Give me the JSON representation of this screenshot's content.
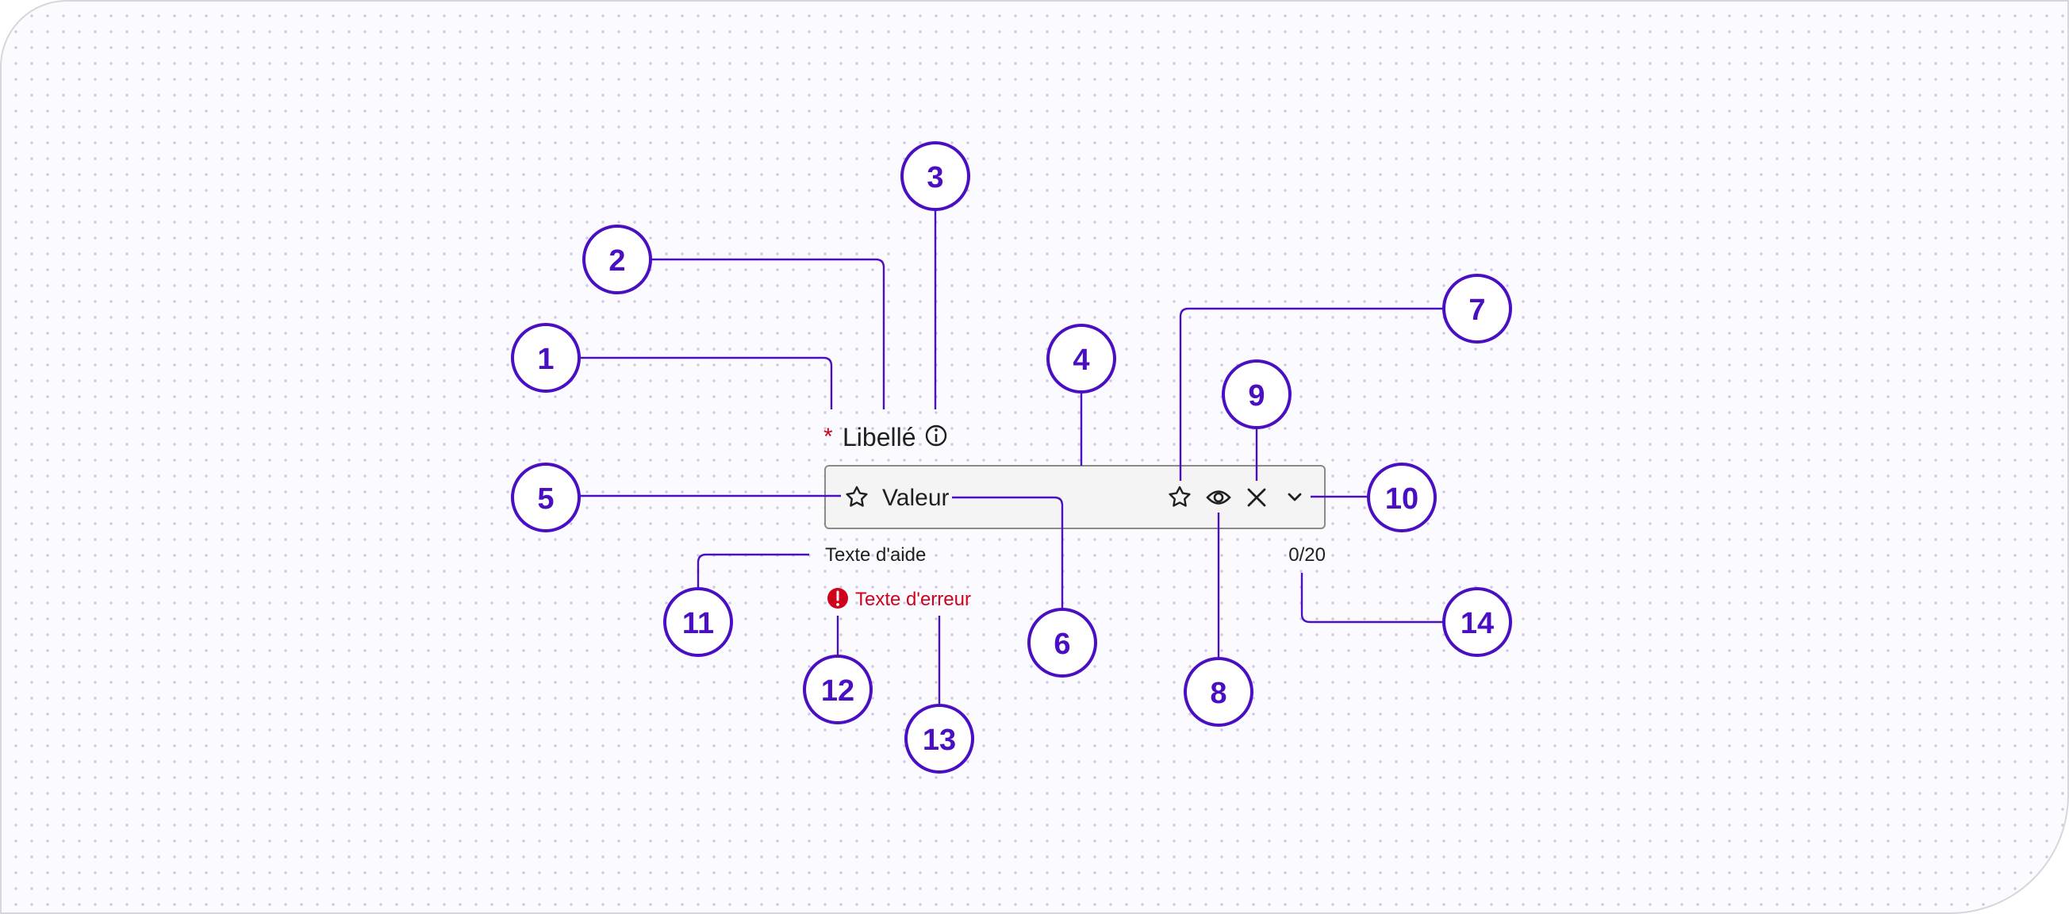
{
  "field": {
    "required_mark": "*",
    "label": "Libellé",
    "value": "Valeur",
    "helper_text": "Texte d'aide",
    "error_text": "Texte d'erreur",
    "counter": "0/20"
  },
  "icons": {
    "info": "info-circle-icon",
    "leading": "star-icon",
    "trailing": "star-icon",
    "reveal": "eye-icon",
    "clear": "close-icon",
    "dropdown": "chevron-down-icon",
    "error": "exclamation-circle-icon"
  },
  "callouts": [
    "1",
    "2",
    "3",
    "4",
    "5",
    "6",
    "7",
    "8",
    "9",
    "10",
    "11",
    "12",
    "13",
    "14"
  ],
  "colors": {
    "accent": "#4a0fc0",
    "error": "#d0021b",
    "field_background": "#f4f4f4",
    "field_border": "#8a8a8a",
    "text": "#1f1f1f"
  }
}
